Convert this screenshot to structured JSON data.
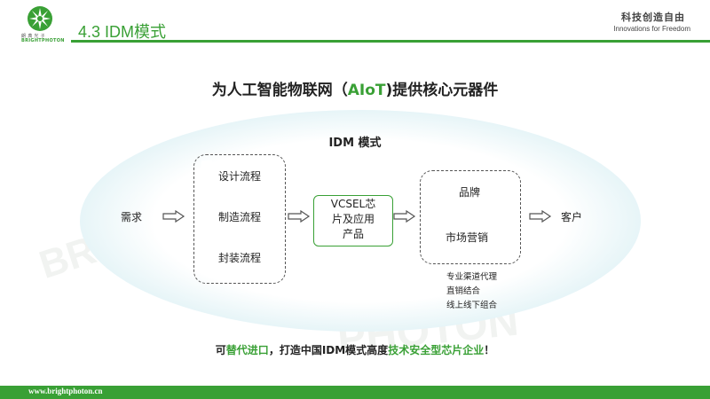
{
  "brand": {
    "name_cn": "朗 典 光 子",
    "name_en": "BRIGHTPHOTON",
    "slogan_cn": "科技创造自由",
    "slogan_en": "Innovations for Freedom",
    "website": "www.brightphoton.cn"
  },
  "section_title": "4.3 IDM模式",
  "headline": {
    "prefix": "为人工智能物联网（",
    "accent": "AIoT",
    "suffix": ")提供核心元器件"
  },
  "diagram": {
    "title": "IDM 模式",
    "input": "需求",
    "process_steps": [
      "设计流程",
      "制造流程",
      "封装流程"
    ],
    "product_lines": [
      "VCSEL芯",
      "片及应用",
      "产品"
    ],
    "marketing": [
      "品牌",
      "市场营销"
    ],
    "channels": [
      "专业渠道代理",
      "直销结合",
      "线上线下组合"
    ],
    "output": "客户"
  },
  "bottom": {
    "p1": "可",
    "g1": "替代进口",
    "p2": "，打造中国IDM模式高度",
    "g2": "技术安全型芯片企业",
    "p3": "！"
  },
  "watermark": [
    "BRIGHT",
    "PHOTON"
  ],
  "colors": {
    "accent": "#39a035",
    "ellipse_edge": "#a9d8e4",
    "text": "#222222"
  }
}
